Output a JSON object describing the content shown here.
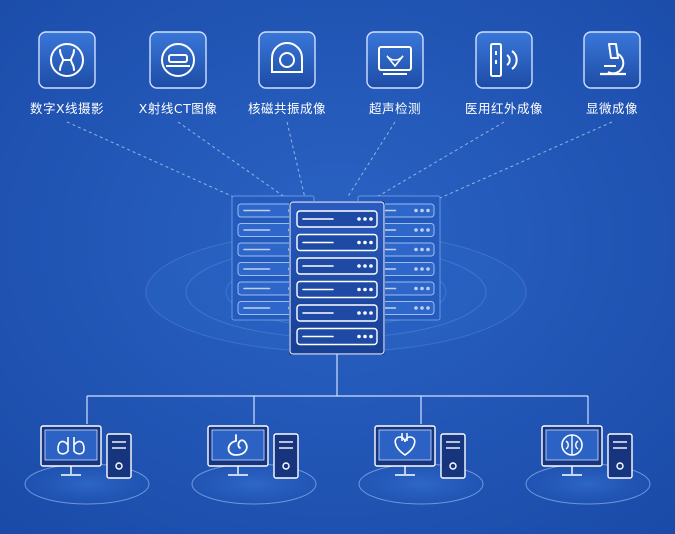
{
  "modalities": [
    {
      "label": "数字X线摄影",
      "icon": "joint-xray-icon"
    },
    {
      "label": "X射线CT图像",
      "icon": "ct-scanner-icon"
    },
    {
      "label": "核磁共振成像",
      "icon": "mri-scanner-icon"
    },
    {
      "label": "超声检测",
      "icon": "ultrasound-icon"
    },
    {
      "label": "医用红外成像",
      "icon": "infrared-sensor-icon"
    },
    {
      "label": "显微成像",
      "icon": "microscope-icon"
    }
  ],
  "workstations": [
    {
      "icon": "lungs-icon"
    },
    {
      "icon": "stomach-icon"
    },
    {
      "icon": "heart-icon"
    },
    {
      "icon": "brain-icon"
    }
  ],
  "colors": {
    "background": "#1d4fb0",
    "background_light": "#2a63c4",
    "line": "#cfe0ff",
    "server_dark": "#17357f",
    "slot_fill": "#ffffff"
  }
}
